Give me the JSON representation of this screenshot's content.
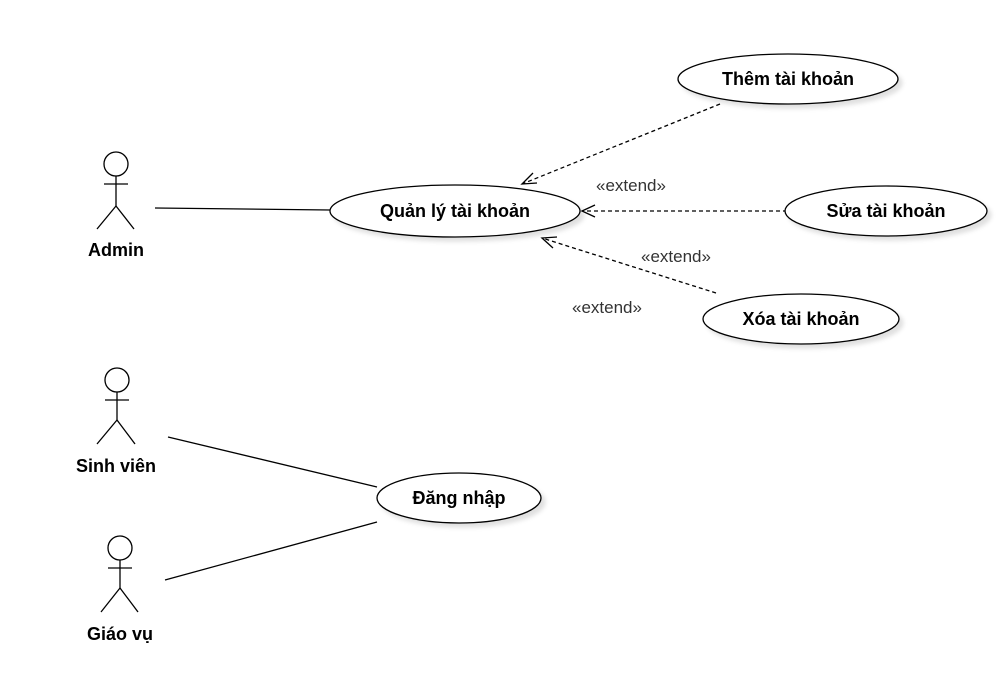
{
  "actors": [
    {
      "id": "admin",
      "label": "Admin"
    },
    {
      "id": "sinhvien",
      "label": "Sinh viên"
    },
    {
      "id": "giaovu",
      "label": "Giáo vụ"
    }
  ],
  "use_cases": [
    {
      "id": "quanly",
      "label": "Quản lý tài khoản"
    },
    {
      "id": "them",
      "label": "Thêm tài khoản"
    },
    {
      "id": "sua",
      "label": "Sửa tài khoản"
    },
    {
      "id": "xoa",
      "label": "Xóa tài khoản"
    },
    {
      "id": "dangnhap",
      "label": "Đăng nhập"
    }
  ],
  "extend_labels": [
    "«extend»",
    "«extend»",
    "«extend»"
  ]
}
